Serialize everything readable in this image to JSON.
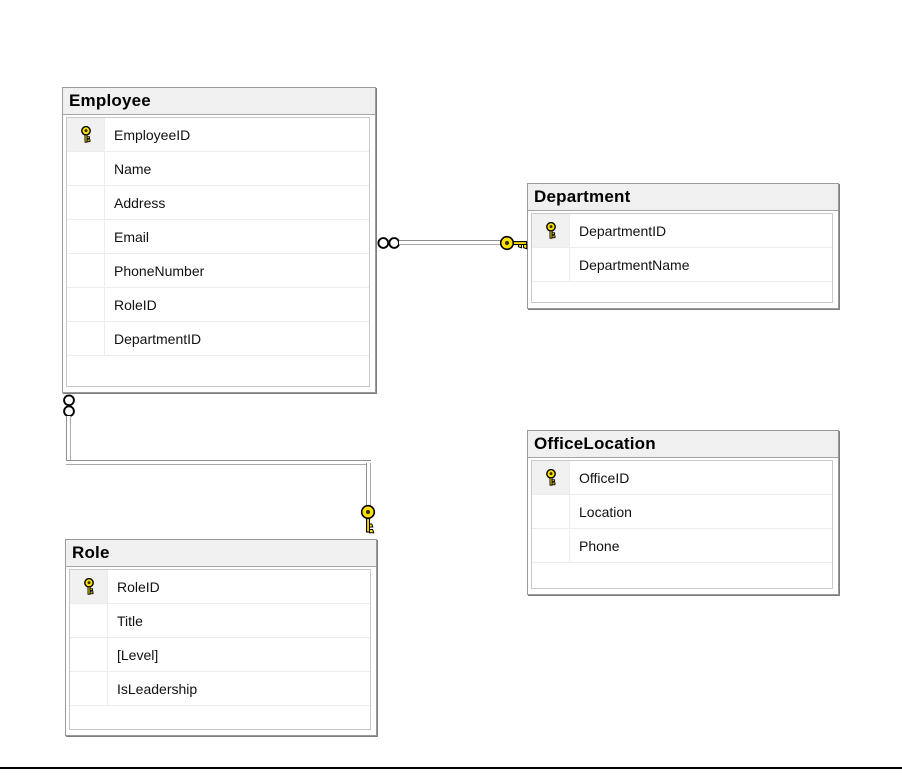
{
  "diagram_type": "database-diagram",
  "tables": [
    {
      "name": "Employee",
      "columns": [
        {
          "name": "EmployeeID",
          "pk": true
        },
        {
          "name": "Name",
          "pk": false
        },
        {
          "name": "Address",
          "pk": false
        },
        {
          "name": "Email",
          "pk": false
        },
        {
          "name": "PhoneNumber",
          "pk": false
        },
        {
          "name": "RoleID",
          "pk": false
        },
        {
          "name": "DepartmentID",
          "pk": false
        }
      ]
    },
    {
      "name": "Department",
      "columns": [
        {
          "name": "DepartmentID",
          "pk": true
        },
        {
          "name": "DepartmentName",
          "pk": false
        }
      ]
    },
    {
      "name": "OfficeLocation",
      "columns": [
        {
          "name": "OfficeID",
          "pk": true
        },
        {
          "name": "Location",
          "pk": false
        },
        {
          "name": "Phone",
          "pk": false
        }
      ]
    },
    {
      "name": "Role",
      "columns": [
        {
          "name": "RoleID",
          "pk": true
        },
        {
          "name": "Title",
          "pk": false
        },
        {
          "name": "[Level]",
          "pk": false
        },
        {
          "name": "IsLeadership",
          "pk": false
        }
      ]
    }
  ],
  "relationships": [
    {
      "from_table": "Employee",
      "from_cardinality": "many",
      "to_table": "Department",
      "to_cardinality": "one"
    },
    {
      "from_table": "Employee",
      "from_cardinality": "many",
      "to_table": "Role",
      "to_cardinality": "one"
    }
  ],
  "icons": {
    "primary_key": "yellow-key",
    "cardinality_many": "infinity",
    "cardinality_one": "yellow-key"
  },
  "colors": {
    "canvas_bg": "#ffffff",
    "table_header_bg": "#f0f0f0",
    "table_border": "#9a9a9a",
    "grid_border": "#c9c9c9",
    "row_separator": "#ececec",
    "key_yellow": "#ffe100",
    "connector_gray": "#8f8f8f",
    "divider_black": "#000000"
  }
}
